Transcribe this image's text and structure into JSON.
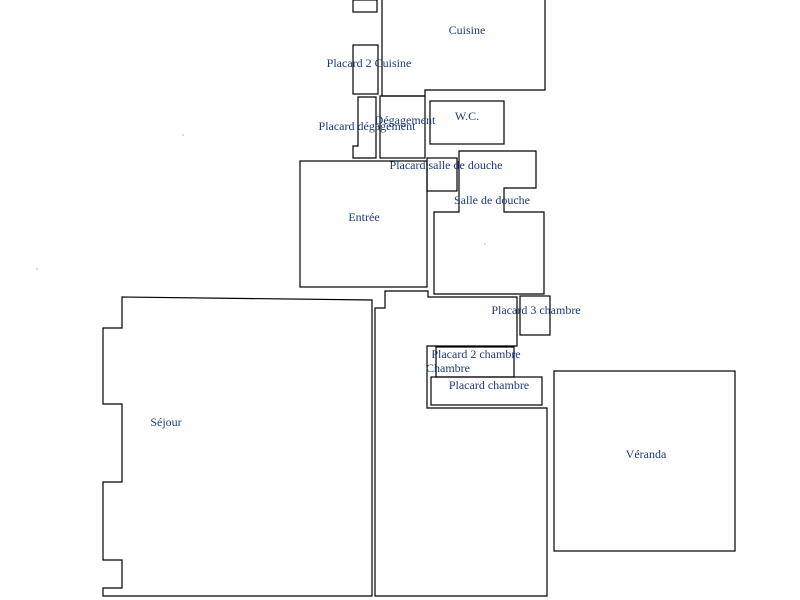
{
  "floor_plan": {
    "colors": {
      "wall": "#000000",
      "label": "#1f3a7a",
      "background": "#ffffff"
    },
    "rooms": {
      "cuisine": "Cuisine",
      "placard_2_cuisine": "Placard 2 Cuisine",
      "degagement": "Dégagement",
      "placard_degagement": "Placard dégagement",
      "wc": "W.C.",
      "placard_salle_de_douche": "Placard salle de douche",
      "salle_de_douche": "Salle de douche",
      "entree": "Entrée",
      "sejour": "Séjour",
      "placard_3_chambre": "Placard 3 chambre",
      "placard_2_chambre": "Placard 2 chambre",
      "chambre": "Chambre",
      "placard_chambre": "Placard chambre",
      "veranda": "Véranda"
    }
  }
}
